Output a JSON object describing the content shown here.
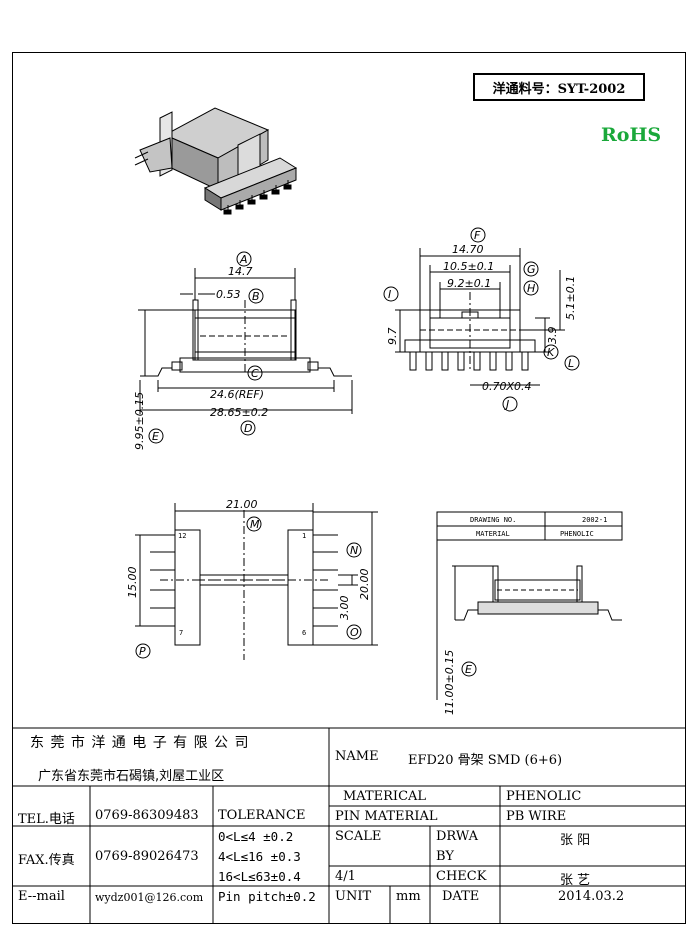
{
  "header": {
    "part_number": "洋通料号：SYT-2002",
    "rohs": "RoHS"
  },
  "drawing": {
    "front": {
      "a": "A",
      "b": "B",
      "c": "C",
      "d": "D",
      "e": "E",
      "dim_a": "14.7",
      "dim_b": "0.53",
      "dim_c": "24.6(REF)",
      "dim_d": "28.65±0.2",
      "dim_e": "9.95±0.15"
    },
    "side": {
      "f": "F",
      "g": "G",
      "h": "H",
      "i": "I",
      "j": "J",
      "k": "K",
      "l": "L",
      "dim_f": "14.70",
      "dim_g": "10.5±0.1",
      "dim_h": "9.2±0.1",
      "dim_i": "9.7",
      "dim_j": "0.70X0.4",
      "dim_k": "3.9",
      "dim_l": "5.1±0.1"
    },
    "bottom": {
      "m": "M",
      "n": "N",
      "o": "O",
      "p": "P",
      "dim_m": "21.00",
      "dim_n": "20.00",
      "dim_o": "3.00",
      "dim_p": "15.00",
      "pin12": "12",
      "pin1": "1",
      "pin7": "7",
      "pin6": "6"
    },
    "mini": {
      "drawing_no_label": "DRAWING NO.",
      "drawing_no": "2002-1",
      "material_label": "MATERIAL",
      "material": "PHENOLIC",
      "e": "E",
      "dim_e": "11.00±0.15"
    }
  },
  "title_block": {
    "company": "东 莞 市 洋 通 电 子 有 限 公 司",
    "address": "广东省东莞市石碣镇,刘屋工业区",
    "name_label": "NAME",
    "name_value": "EFD20 骨架  SMD (6+6)",
    "tel_label": "TEL.电话",
    "tel_value": "0769-86309483",
    "fax_label": "FAX.传真",
    "fax_value": "0769-89026473",
    "email_label": "E--mail",
    "email_value": "wydz001@126.com",
    "tolerance_label": "TOLERANCE",
    "tolerances": [
      "0<L≤4   ±0.2",
      "4<L≤16  ±0.3",
      "16<L≤63±0.4",
      "Pin pitch±0.2"
    ],
    "material_label": "MATERICAL",
    "material_value": "PHENOLIC",
    "pin_material_label": "PIN MATERIAL",
    "pin_material_value": "PB WIRE",
    "scale_label": "SCALE",
    "scale_value": "4/1",
    "drawn_label_1": "DRWA",
    "drawn_label_2": "BY",
    "drawn_value": "张 阳",
    "check_label": "CHECK",
    "check_value": "张 艺",
    "unit_label": "UNIT",
    "unit_value": "mm",
    "date_label": "DATE",
    "date_value": "2014.03.2"
  }
}
